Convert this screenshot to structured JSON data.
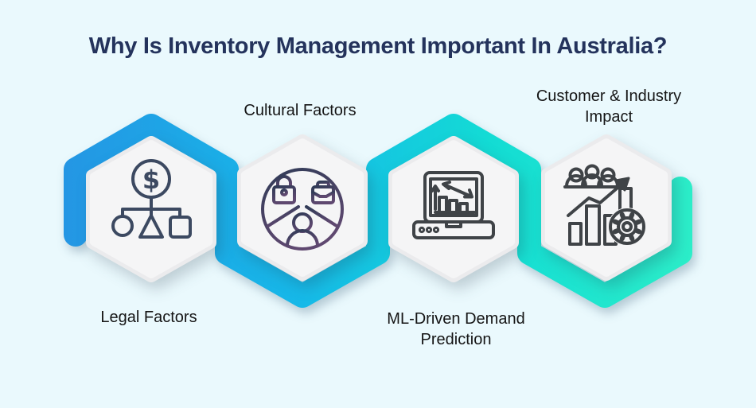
{
  "title": "Why Is Inventory Management Important In Australia?",
  "items": [
    {
      "id": "legal-factors",
      "label": "Legal Factors",
      "icon": "dollar-hierarchy-icon",
      "label_position": "below"
    },
    {
      "id": "cultural-factors",
      "label": "Cultural Factors",
      "icon": "culture-segments-icon",
      "label_position": "above"
    },
    {
      "id": "ml-demand",
      "label": "ML-Driven Demand Prediction",
      "icon": "laptop-analytics-icon",
      "label_position": "below"
    },
    {
      "id": "customer-industry",
      "label": "Customer & Industry Impact",
      "icon": "audience-growth-gear-icon",
      "label_position": "above"
    }
  ],
  "colors": {
    "background": "#eaf9fd",
    "title": "#24335c",
    "label": "#151515",
    "ribbon_blue": "#2496e4",
    "ribbon_cyan": "#16b9e8",
    "ribbon_teal": "#13dcd4",
    "ribbon_green": "#2ceec9",
    "hexagon_face": "#f5f5f6",
    "hexagon_rim": "#ebebed",
    "icon_navy": "#3c4961",
    "icon_gray": "#3f4347",
    "pie_gradient_start": "#303b57",
    "pie_gradient_end": "#5f4870"
  }
}
